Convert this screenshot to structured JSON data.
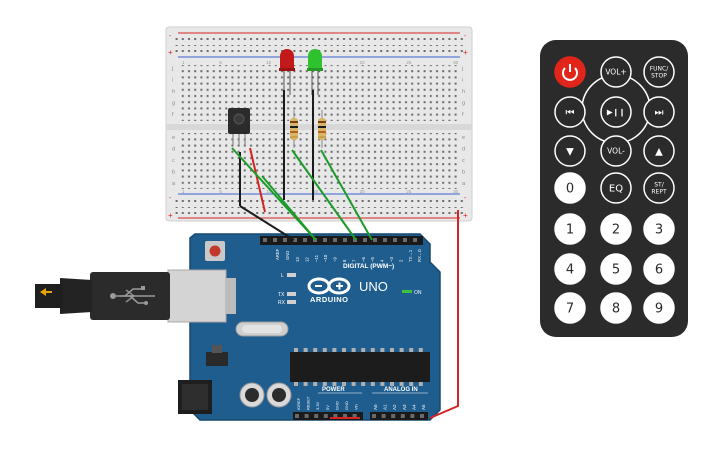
{
  "colors": {
    "board_blue": "#1f5d8e",
    "board_dark": "#17496f",
    "wire_green": "#1c9b2a",
    "wire_red": "#d62424",
    "wire_black": "#1b1b1b",
    "led_red": "#c21a1a",
    "led_green": "#2fc22f",
    "remote_body": "#2b2b2b",
    "power_button": "#e1251b"
  },
  "breadboard": {
    "rail_plus": "+",
    "rail_minus": "-",
    "rows_top": [
      "j",
      "i",
      "h",
      "g",
      "f"
    ],
    "rows_bottom": [
      "e",
      "d",
      "c",
      "b",
      "a"
    ],
    "col_numbers": [
      "1",
      "",
      "",
      "",
      "5",
      "",
      "",
      "",
      "",
      "10",
      "",
      "",
      "",
      "",
      "15",
      "",
      "",
      "",
      "",
      "20",
      "",
      "",
      "",
      "",
      "25",
      "",
      "",
      "",
      "",
      "30"
    ]
  },
  "arduino": {
    "logo_text": "ARDUINO",
    "model": "UNO",
    "on_label": "ON",
    "digital_label": "DIGITAL (PWM~)",
    "power_label": "POWER",
    "analog_label": "ANALOG IN",
    "aref": "AREF",
    "gnd": "GND",
    "led_l": "L",
    "led_tx": "TX",
    "led_rx": "RX",
    "digital_pins": [
      "13",
      "12",
      "~11",
      "~10",
      "~9",
      "8",
      "7",
      "~6",
      "~5",
      "4",
      "~3",
      "2",
      "TX→1",
      "RX←0"
    ],
    "power_pins": [
      "IOREF",
      "RESET",
      "3.3V",
      "5V",
      "GND",
      "GND",
      "Vin"
    ],
    "analog_pins": [
      "A0",
      "A1",
      "A2",
      "A3",
      "A4",
      "A5"
    ]
  },
  "remote": {
    "power_icon": "power-icon",
    "buttons": [
      {
        "id": "power",
        "label": ""
      },
      {
        "id": "vol-up",
        "label": "VOL+"
      },
      {
        "id": "func-stop",
        "label": "FUNC/\nSTOP"
      },
      {
        "id": "prev",
        "label": "⏮"
      },
      {
        "id": "play-pause",
        "label": "▶❙❙"
      },
      {
        "id": "next",
        "label": "⏭"
      },
      {
        "id": "down",
        "label": "▼"
      },
      {
        "id": "vol-down",
        "label": "VOL-"
      },
      {
        "id": "up",
        "label": "▲"
      },
      {
        "id": "zero",
        "label": "0"
      },
      {
        "id": "eq",
        "label": "EQ"
      },
      {
        "id": "st-rept",
        "label": "ST/\nREPT"
      },
      {
        "id": "one",
        "label": "1"
      },
      {
        "id": "two",
        "label": "2"
      },
      {
        "id": "three",
        "label": "3"
      },
      {
        "id": "four",
        "label": "4"
      },
      {
        "id": "five",
        "label": "5"
      },
      {
        "id": "six",
        "label": "6"
      },
      {
        "id": "seven",
        "label": "7"
      },
      {
        "id": "eight",
        "label": "8"
      },
      {
        "id": "nine",
        "label": "9"
      }
    ]
  }
}
